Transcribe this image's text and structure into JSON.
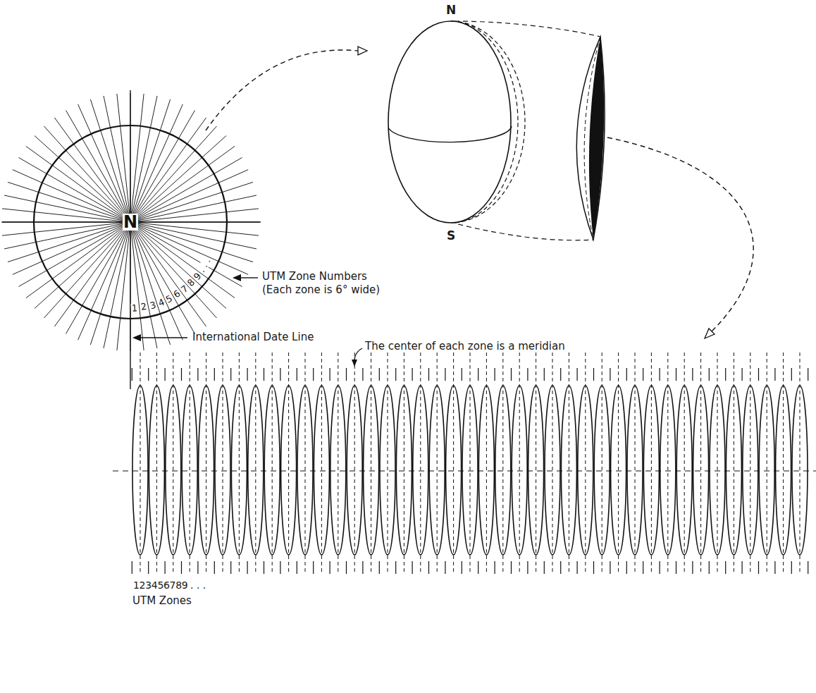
{
  "diagram": {
    "labels": [
      "N",
      "1",
      "2",
      "3",
      "4",
      "5",
      "6",
      "7",
      "8",
      "9",
      ". . .",
      "UTM Zone Numbers (Each zone is 6° wide)",
      "International Date Line",
      "N",
      "S",
      "The center of each zone is a meridian",
      "1",
      "2",
      "3",
      "4",
      "5",
      "6",
      "7",
      "8",
      "9",
      ". . .",
      "UTM Zones"
    ]
  }
}
